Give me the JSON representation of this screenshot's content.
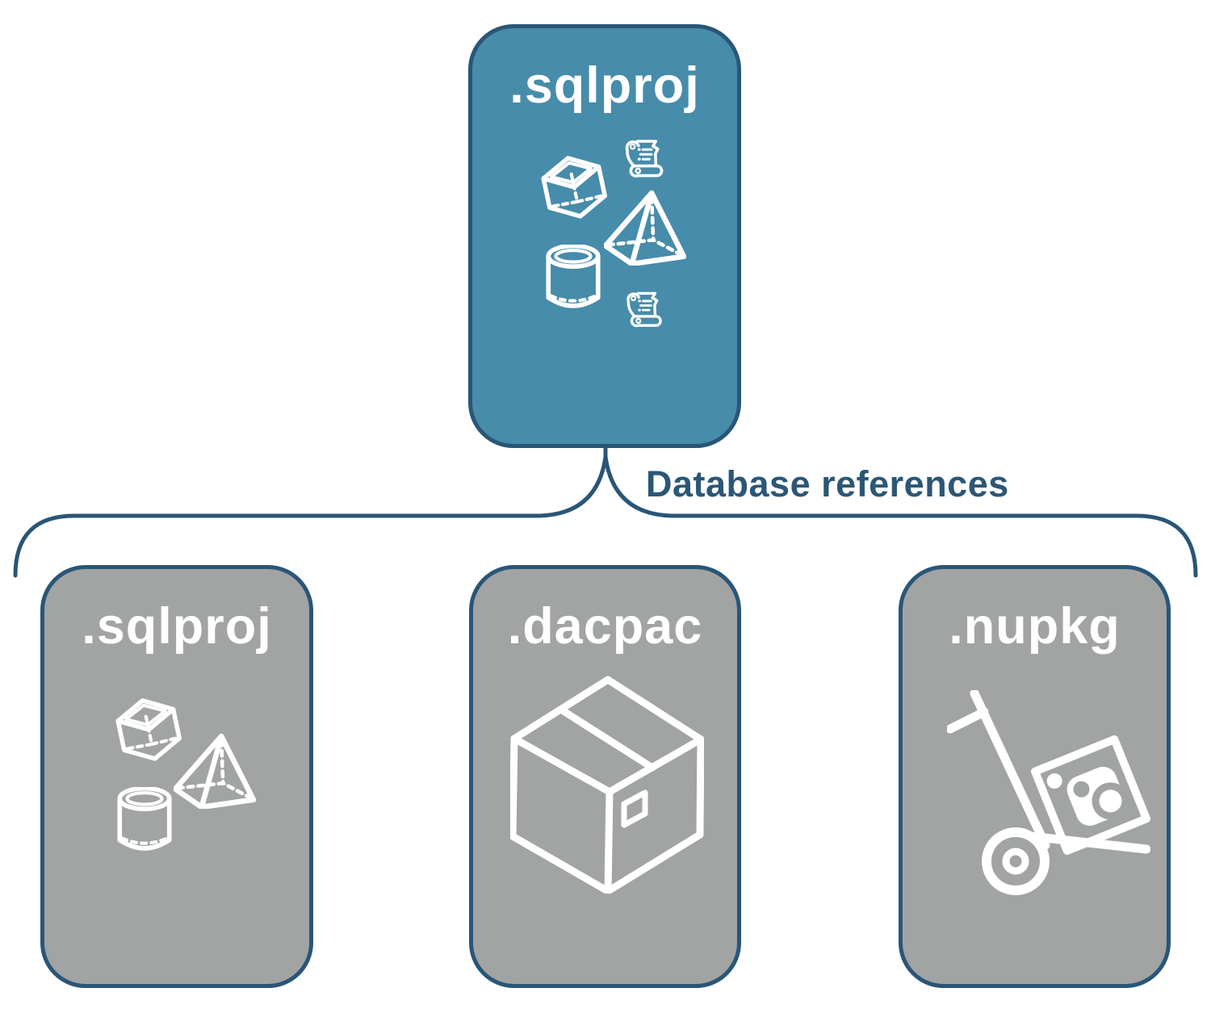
{
  "diagram": {
    "root": {
      "label": ".sqlproj",
      "icons": [
        "scroll-icon",
        "cube-icon",
        "pyramid-icon",
        "cylinder-icon",
        "scroll-icon"
      ]
    },
    "edge_label": "Database references",
    "children": [
      {
        "label": ".sqlproj",
        "icons": [
          "cube-icon",
          "pyramid-icon",
          "cylinder-icon"
        ]
      },
      {
        "label": ".dacpac",
        "icons": [
          "package-box-icon"
        ]
      },
      {
        "label": ".nupkg",
        "icons": [
          "hand-truck-icon"
        ]
      }
    ]
  },
  "colors": {
    "root_node_fill": "#478caa",
    "child_node_fill": "#a2a3a3",
    "outline_navy": "#295677",
    "edge_label_navy": "#2b5777",
    "icon_white": "#ffffff",
    "background": "#ffffff"
  }
}
